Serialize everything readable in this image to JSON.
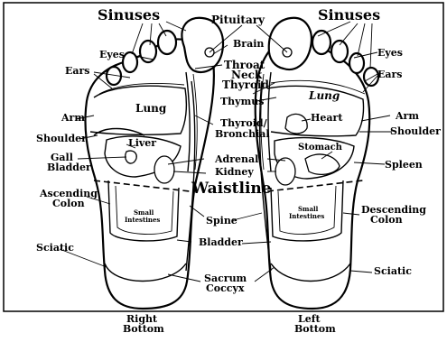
{
  "labels": {
    "sinuses_left": "Sinuses",
    "sinuses_right": "Sinuses",
    "pituitary": "Pituitary",
    "brain": "Brain",
    "eyes_left": "Eyes",
    "eyes_right": "Eyes",
    "ears_left": "Ears",
    "ears_right": "Ears",
    "throat": "Throat",
    "neck": "Neck",
    "thyroid": "Thyroid",
    "lung_left": "Lung",
    "lung_right": "Lung",
    "thymus": "Thymus",
    "arm_left": "Arm",
    "arm_right": "Arm",
    "shoulder_left": "Shoulder",
    "shoulder_right": "Shoulder",
    "heart": "Heart",
    "thyroid_bronchial_1": "Thyroid/",
    "thyroid_bronchial_2": "Bronchial",
    "liver": "Liver",
    "gall_1": "Gall",
    "gall_2": "Bladder",
    "stomach": "Stomach",
    "adrenal": "Adrenal",
    "kidney": "Kidney",
    "spleen": "Spleen",
    "waistline": "Waistline",
    "ascending_1": "Ascending",
    "ascending_2": "Colon",
    "descending_1": "Descending",
    "descending_2": "Colon",
    "small_int_left_1": "Small",
    "small_int_left_2": "Intestines",
    "small_int_right_1": "Small",
    "small_int_right_2": "Intestines",
    "spine": "Spine",
    "bladder": "Bladder",
    "sciatic_left": "Sciatic",
    "sciatic_right": "Sciatic",
    "sacrum": "Sacrum",
    "coccyx": "Coccyx",
    "right_1": "Right",
    "right_2": "Bottom",
    "left_1": "Left",
    "left_2": "Bottom"
  }
}
